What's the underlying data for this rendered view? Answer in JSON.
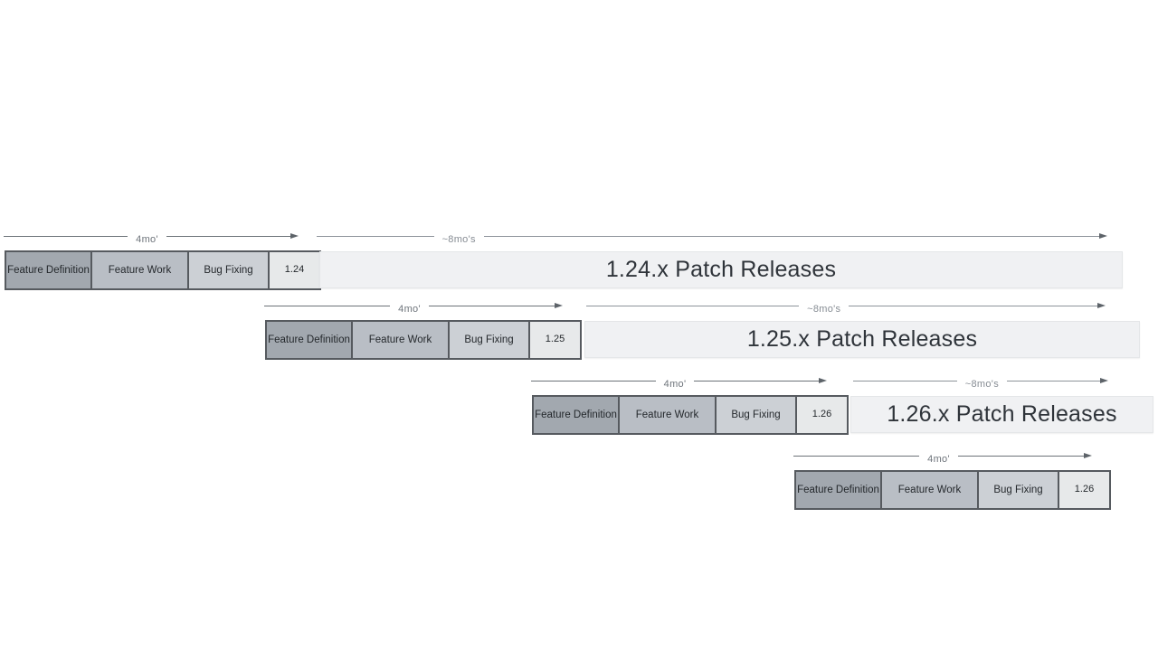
{
  "diagram": {
    "rows": [
      {
        "version_label": "1.24",
        "phase_definition": "Feature Definition",
        "phase_work": "Feature Work",
        "phase_bugfix": "Bug Fixing",
        "dev_duration_label": "4mo'",
        "patch_duration_label": "~8mo's",
        "patch_bar_label": "1.24.x Patch Releases"
      },
      {
        "version_label": "1.25",
        "phase_definition": "Feature Definition",
        "phase_work": "Feature Work",
        "phase_bugfix": "Bug Fixing",
        "dev_duration_label": "4mo'",
        "patch_duration_label": "~8mo's",
        "patch_bar_label": "1.25.x Patch Releases"
      },
      {
        "version_label": "1.26",
        "phase_definition": "Feature Definition",
        "phase_work": "Feature Work",
        "phase_bugfix": "Bug Fixing",
        "dev_duration_label": "4mo'",
        "patch_duration_label": "~8mo's",
        "patch_bar_label": "1.26.x Patch Releases"
      },
      {
        "version_label": "1.26",
        "phase_definition": "Feature Definition",
        "phase_work": "Feature Work",
        "phase_bugfix": "Bug Fixing",
        "dev_duration_label": "4mo'"
      }
    ]
  }
}
